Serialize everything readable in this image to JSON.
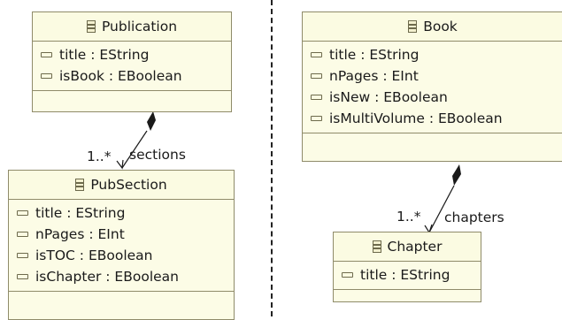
{
  "classes": {
    "publication": {
      "name": "Publication",
      "attributes": [
        "title : EString",
        "isBook : EBoolean"
      ]
    },
    "pubsection": {
      "name": "PubSection",
      "attributes": [
        "title : EString",
        "nPages : EInt",
        "isTOC : EBoolean",
        "isChapter : EBoolean"
      ]
    },
    "book": {
      "name": "Book",
      "attributes": [
        "title : EString",
        "nPages : EInt",
        "isNew : EBoolean",
        "isMultiVolume : EBoolean"
      ]
    },
    "chapter": {
      "name": "Chapter",
      "attributes": [
        "title : EString"
      ]
    }
  },
  "links": {
    "sections": {
      "multiplicity": "1..*",
      "role": "sections"
    },
    "chapters": {
      "multiplicity": "1..*",
      "role": "chapters"
    }
  },
  "colors": {
    "class_fill": "#fcfce6",
    "class_border": "#8f8b6a",
    "link": "#1a1a1a"
  }
}
